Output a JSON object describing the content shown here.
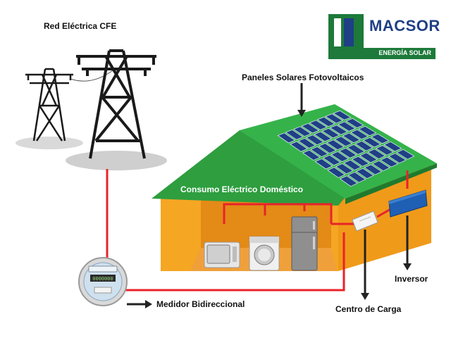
{
  "labels": {
    "red_electrica": "Red Eléctrica CFE",
    "paneles": "Paneles Solares Fotovoltaicos",
    "consumo": "Consumo Eléctrico Doméstico",
    "medidor": "Medidor Bidireccional",
    "centro_carga": "Centro de Carga",
    "inversor": "Inversor"
  },
  "logo": {
    "name": "MACSOR",
    "tagline": "ENERGÍA SOLAR"
  },
  "meter_display": "0000000",
  "colors": {
    "house_wall": "#f5a623",
    "roof": "#2e9e3f",
    "wiring": "#e8232a",
    "panel": "#1f3f86",
    "logo_green": "#1d7a3a",
    "logo_blue": "#1f3f86"
  }
}
